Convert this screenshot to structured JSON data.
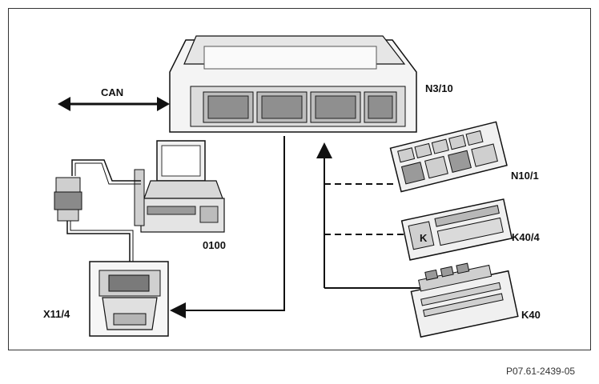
{
  "labels": {
    "can": "CAN",
    "n3_10": "N3/10",
    "n10_1": "N10/1",
    "k40_4": "K40/4",
    "k40": "K40",
    "x11_4": "X11/4",
    "tester": "0100",
    "k_mark": "K"
  },
  "reference": "P07.61-2439-05",
  "colors": {
    "line": "#111111",
    "fill_light": "#f2f2f2",
    "fill_mid": "#d6d6d6",
    "fill_dark": "#9a9a9a"
  }
}
